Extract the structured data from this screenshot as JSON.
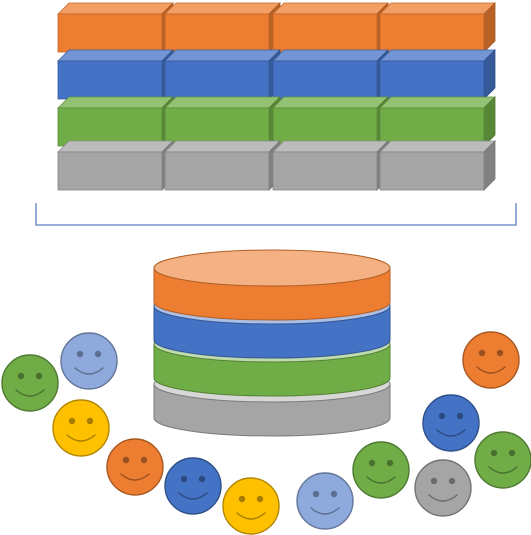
{
  "colors": {
    "orange": "#ED7D31",
    "blue": "#4472C4",
    "green": "#70AD47",
    "gray": "#A5A5A5",
    "yellow": "#FFC000",
    "light_blue": "#8EA9DB",
    "light_orange": "#F4B183",
    "bracket": "#5B7FBF"
  },
  "grid": {
    "columns": 4,
    "layers": [
      "orange",
      "blue",
      "green",
      "gray"
    ]
  },
  "database": {
    "layers": [
      "orange",
      "blue",
      "green",
      "gray"
    ]
  },
  "faces": [
    {
      "color": "green"
    },
    {
      "color": "light_blue"
    },
    {
      "color": "yellow"
    },
    {
      "color": "orange"
    },
    {
      "color": "blue"
    },
    {
      "color": "yellow"
    },
    {
      "color": "light_blue"
    },
    {
      "color": "green"
    },
    {
      "color": "gray"
    },
    {
      "color": "blue"
    },
    {
      "color": "orange"
    },
    {
      "color": "green"
    }
  ]
}
